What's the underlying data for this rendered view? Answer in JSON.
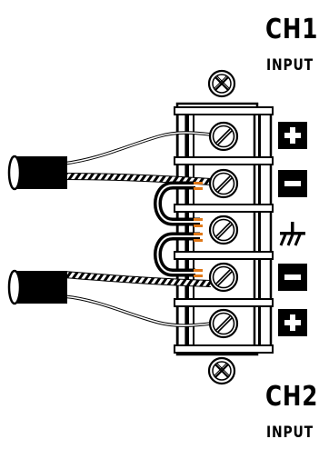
{
  "ch1": {
    "title": "CH1",
    "subtitle": "INPUT"
  },
  "ch2": {
    "title": "CH2",
    "subtitle": "INPUT"
  },
  "terminals": [
    "positive-terminal",
    "negative-terminal",
    "ground-terminal",
    "negative-terminal",
    "positive-terminal"
  ],
  "colors": {
    "block": "#ffffff",
    "outline": "#000000",
    "cable": "#000000",
    "conductor": "#e07818",
    "braid_light": "#cfcfcf"
  }
}
